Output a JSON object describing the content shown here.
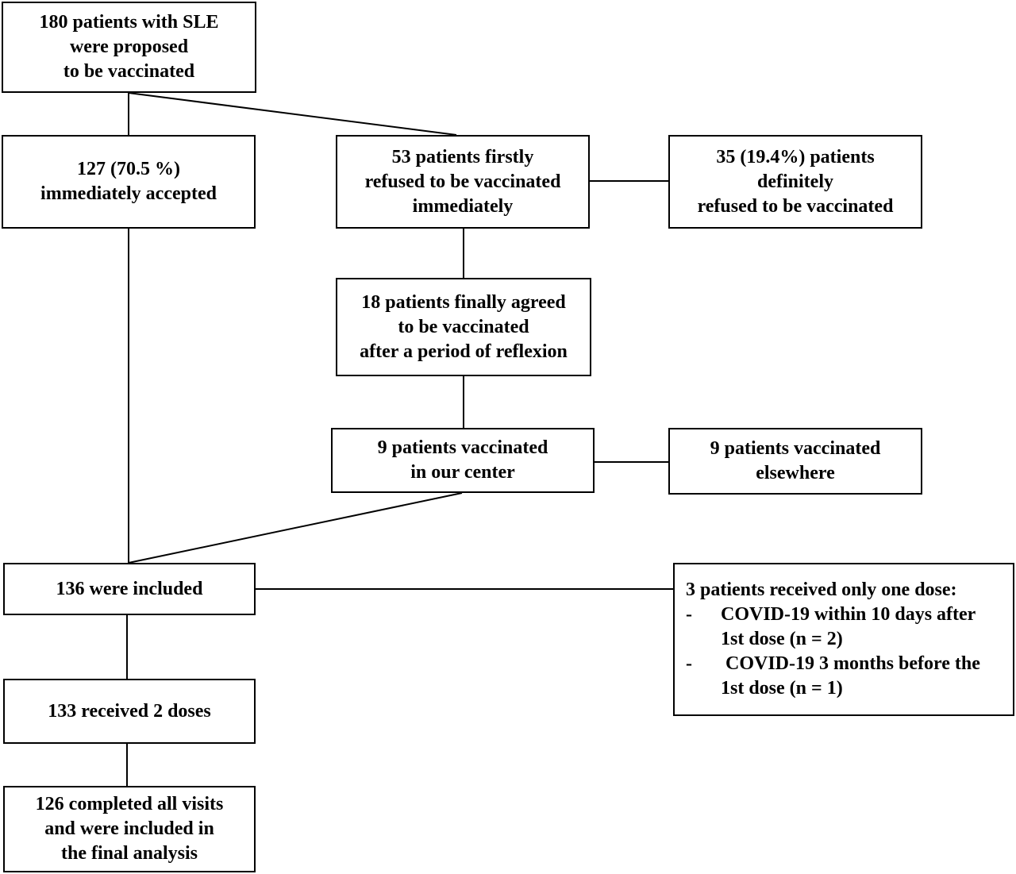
{
  "boxes": {
    "start": {
      "lines": [
        "180 patients with SLE",
        "were proposed",
        "to be vaccinated"
      ]
    },
    "accepted": {
      "lines": [
        "127 (70.5 %)",
        "immediately accepted"
      ]
    },
    "refused_first": {
      "lines": [
        "53 patients firstly",
        "refused to be vaccinated",
        "immediately"
      ]
    },
    "refused_definitely": {
      "lines": [
        "35 (19.4%) patients",
        "definitely",
        "refused to be vaccinated"
      ]
    },
    "agreed": {
      "lines": [
        "18 patients finally agreed",
        "to be vaccinated",
        "after a period of reflexion"
      ]
    },
    "vaccinated_center": {
      "lines": [
        "9 patients vaccinated",
        "in our center"
      ]
    },
    "vaccinated_elsewhere": {
      "lines": [
        "9 patients vaccinated",
        "elsewhere"
      ]
    },
    "included": {
      "lines": [
        "136 were included"
      ]
    },
    "one_dose": {
      "title": "3 patients received only one dose:",
      "bullets": [
        {
          "dash": "-",
          "line1": "COVID-19 within 10 days after",
          "line2": "1st dose (n = 2)"
        },
        {
          "dash": "-",
          "line1": " COVID-19 3 months before the",
          "line2": "1st dose (n = 1)"
        }
      ]
    },
    "two_doses": {
      "lines": [
        "133 received 2 doses"
      ]
    },
    "final": {
      "lines": [
        "126 completed all visits",
        "and were included in",
        "the final analysis"
      ]
    }
  }
}
